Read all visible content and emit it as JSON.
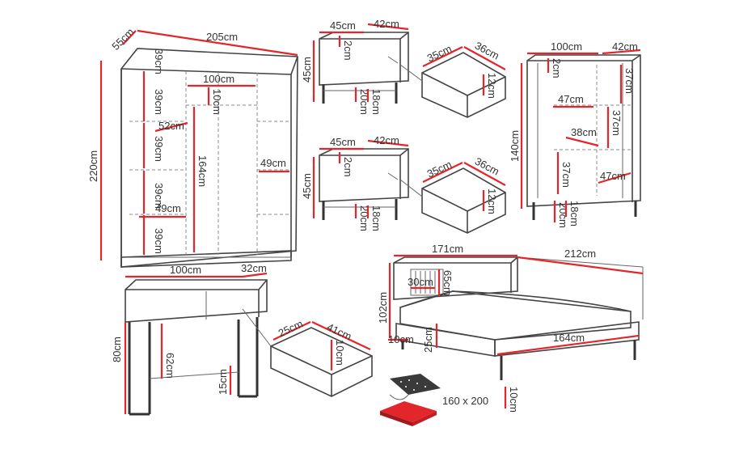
{
  "wardrobe": {
    "depth": "55cm",
    "width": "205cm",
    "height": "220cm",
    "shelf_heights": [
      "39cm",
      "39cm",
      "39cm",
      "39cm",
      "39cm"
    ],
    "rail_width": "100cm",
    "top_gap": "10cm",
    "hanging_height": "164cm",
    "shelf_width_left": "52cm",
    "shelf_width_left2": "49cm",
    "shelf_width_right": "49cm"
  },
  "nightstand_top": {
    "width": "45cm",
    "depth": "42cm",
    "height": "45cm",
    "top_thickness": "2cm",
    "leg_height": "20cm",
    "drawer_front": "18cm"
  },
  "drawer_top": {
    "depth": "35cm",
    "width": "36cm",
    "height": "12cm"
  },
  "nightstand_bottom": {
    "width": "45cm",
    "depth": "42cm",
    "height": "45cm",
    "top_thickness": "2cm",
    "leg_height": "20cm",
    "drawer_front": "18cm"
  },
  "drawer_bottom": {
    "depth": "35cm",
    "width": "36cm",
    "height": "12cm"
  },
  "bookcase": {
    "width": "100cm",
    "depth": "42cm",
    "height": "140cm",
    "top_thickness": "2cm",
    "shelf_h1": "37cm",
    "shelf_w1": "47cm",
    "shelf_h2": "37cm",
    "shelf_w2": "38cm",
    "shelf_h3": "37cm",
    "shelf_w3": "47cm",
    "leg_height": "20cm",
    "base_height": "18cm"
  },
  "console": {
    "width": "100cm",
    "depth": "32cm",
    "height": "80cm",
    "inner_height": "62cm",
    "bar_height": "15cm"
  },
  "console_drawer": {
    "depth": "25cm",
    "width": "41cm",
    "height": "10cm"
  },
  "bed": {
    "headboard_width": "171cm",
    "length": "212cm",
    "headboard_height": "102cm",
    "panel_width": "30cm",
    "panel_height": "65cm",
    "side_gap": "10cm",
    "frame_height": "25cm",
    "inner_width": "164cm",
    "leg_height": "10cm"
  },
  "mattress": {
    "size": "160 x 200"
  }
}
